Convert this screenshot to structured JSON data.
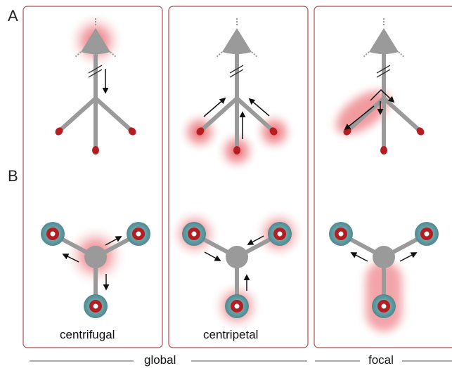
{
  "row_labels": {
    "a": "A",
    "b": "B"
  },
  "panels": [
    {
      "caption": "centrifugal"
    },
    {
      "caption": "centripetal"
    },
    {
      "caption": ""
    }
  ],
  "groups": [
    {
      "label": "global"
    },
    {
      "label": "focal"
    }
  ],
  "colors": {
    "frame": "#b54b4f",
    "cell": "#9a9a9a",
    "bead": "#b41e23",
    "ring": "#5e9ea4",
    "glow": "#e64c54",
    "arrow": "#111111",
    "rule": "#555555"
  }
}
